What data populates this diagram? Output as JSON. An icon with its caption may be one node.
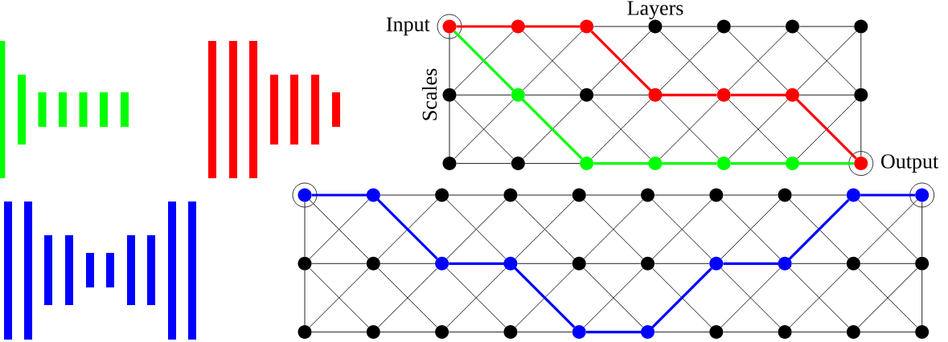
{
  "diagram": {
    "nodes": [
      {
        "text": [],
        "shape": "circle",
        "beside": [
          "Input"
        ]
      },
      {
        "text": [],
        "shape": "circle"
      },
      {
        "text": [],
        "shape": "circle"
      },
      {
        "text": [],
        "shape": "circle"
      },
      {
        "text": [],
        "shape": "circle"
      },
      {
        "text": [],
        "shape": "circle"
      },
      {
        "text": [],
        "shape": "circle"
      },
      {
        "text": [],
        "shape": "circle"
      },
      {
        "text": [],
        "shape": "circle"
      },
      {
        "text": [],
        "shape": "circle"
      },
      {
        "text": [],
        "shape": "circle"
      },
      {
        "text": [],
        "shape": "circle"
      },
      {
        "text": [],
        "shape": "circle"
      },
      {
        "text": [],
        "shape": "circle"
      },
      {
        "text": [],
        "shape": "circle"
      },
      {
        "text": [],
        "shape": "circle"
      },
      {
        "text": [],
        "shape": "circle"
      },
      {
        "text": [],
        "shape": "circle"
      },
      {
        "text": [],
        "shape": "circle"
      },
      {
        "text": [],
        "shape": "circle"
      },
      {
        "text": [],
        "shape": "circle",
        "beside": [
          "Output"
        ]
      },
      {
        "text": [],
        "shape": "circle"
      },
      {
        "text": [],
        "shape": "circle"
      },
      {
        "text": [],
        "shape": "circle"
      },
      {
        "text": [],
        "shape": "circle"
      },
      {
        "text": [],
        "shape": "circle"
      },
      {
        "text": [],
        "shape": "circle"
      },
      {
        "text": [],
        "shape": "circle"
      },
      {
        "text": [],
        "shape": "circle"
      },
      {
        "text": [],
        "shape": "circle"
      },
      {
        "text": [],
        "shape": "circle"
      },
      {
        "text": [],
        "shape": "circle"
      },
      {
        "text": [],
        "shape": "circle"
      },
      {
        "text": [],
        "shape": "circle"
      },
      {
        "text": [],
        "shape": "circle"
      },
      {
        "text": [],
        "shape": "circle"
      },
      {
        "text": [],
        "shape": "circle"
      },
      {
        "text": [],
        "shape": "circle"
      },
      {
        "text": [],
        "shape": "circle"
      },
      {
        "text": [],
        "shape": "circle"
      },
      {
        "text": [],
        "shape": "circle"
      },
      {
        "text": [],
        "shape": "circle"
      },
      {
        "text": [],
        "shape": "circle"
      },
      {
        "text": [],
        "shape": "circle"
      },
      {
        "text": [],
        "shape": "circle"
      },
      {
        "text": [],
        "shape": "circle"
      },
      {
        "text": [],
        "shape": "circle"
      },
      {
        "text": [],
        "shape": "circle"
      },
      {
        "text": [],
        "shape": "circle"
      },
      {
        "text": [],
        "shape": "circle"
      },
      {
        "text": [],
        "shape": "circle"
      }
    ],
    "edges": [
      {
        "from": 2,
        "to": 3,
        "arrow": "none"
      },
      {
        "from": 3,
        "to": 4,
        "arrow": "none"
      },
      {
        "from": 4,
        "to": 5,
        "arrow": "none"
      },
      {
        "from": 5,
        "to": 6,
        "arrow": "none"
      },
      {
        "from": 7,
        "to": 8,
        "arrow": "none"
      },
      {
        "from": 8,
        "to": 9,
        "arrow": "none"
      },
      {
        "from": 9,
        "to": 10,
        "arrow": "none"
      },
      {
        "from": 12,
        "to": 13,
        "arrow": "none"
      },
      {
        "from": 14,
        "to": 15,
        "arrow": "none"
      },
      {
        "from": 15,
        "to": 16,
        "arrow": "none"
      },
      {
        "from": 0,
        "to": 7,
        "arrow": "none"
      },
      {
        "from": 7,
        "to": 14,
        "arrow": "none"
      },
      {
        "from": 6,
        "to": 13,
        "arrow": "none"
      },
      {
        "from": 13,
        "to": 20,
        "arrow": "none"
      },
      {
        "from": 1,
        "to": 7,
        "arrow": "none"
      },
      {
        "from": 7,
        "to": 15,
        "arrow": "none"
      },
      {
        "from": 8,
        "to": 14,
        "arrow": "none"
      },
      {
        "from": 1,
        "to": 9,
        "arrow": "none"
      },
      {
        "from": 2,
        "to": 8,
        "arrow": "none"
      },
      {
        "from": 9,
        "to": 15,
        "arrow": "none"
      },
      {
        "from": 3,
        "to": 9,
        "arrow": "none"
      },
      {
        "from": 9,
        "to": 17,
        "arrow": "none"
      },
      {
        "from": 10,
        "to": 16,
        "arrow": "none"
      },
      {
        "from": 3,
        "to": 11,
        "arrow": "none"
      },
      {
        "from": 4,
        "to": 10,
        "arrow": "none"
      },
      {
        "from": 10,
        "to": 18,
        "arrow": "none"
      },
      {
        "from": 11,
        "to": 17,
        "arrow": "none"
      },
      {
        "from": 4,
        "to": 12,
        "arrow": "none"
      },
      {
        "from": 5,
        "to": 11,
        "arrow": "none"
      },
      {
        "from": 11,
        "to": 19,
        "arrow": "none"
      },
      {
        "from": 12,
        "to": 18,
        "arrow": "none"
      },
      {
        "from": 5,
        "to": 13,
        "arrow": "none"
      },
      {
        "from": 6,
        "to": 12,
        "arrow": "none"
      },
      {
        "from": 13,
        "to": 19,
        "arrow": "none"
      },
      {
        "from": 22,
        "to": 23,
        "arrow": "none"
      },
      {
        "from": 23,
        "to": 24,
        "arrow": "none"
      },
      {
        "from": 24,
        "to": 25,
        "arrow": "none"
      },
      {
        "from": 25,
        "to": 26,
        "arrow": "none"
      },
      {
        "from": 26,
        "to": 27,
        "arrow": "none"
      },
      {
        "from": 27,
        "to": 28,
        "arrow": "none"
      },
      {
        "from": 28,
        "to": 29,
        "arrow": "none"
      },
      {
        "from": 31,
        "to": 32,
        "arrow": "none"
      },
      {
        "from": 32,
        "to": 33,
        "arrow": "none"
      },
      {
        "from": 34,
        "to": 35,
        "arrow": "none"
      },
      {
        "from": 35,
        "to": 36,
        "arrow": "none"
      },
      {
        "from": 36,
        "to": 37,
        "arrow": "none"
      },
      {
        "from": 38,
        "to": 39,
        "arrow": "none"
      },
      {
        "from": 39,
        "to": 40,
        "arrow": "none"
      },
      {
        "from": 41,
        "to": 42,
        "arrow": "none"
      },
      {
        "from": 42,
        "to": 43,
        "arrow": "none"
      },
      {
        "from": 43,
        "to": 44,
        "arrow": "none"
      },
      {
        "from": 44,
        "to": 45,
        "arrow": "none"
      },
      {
        "from": 46,
        "to": 47,
        "arrow": "none"
      },
      {
        "from": 47,
        "to": 48,
        "arrow": "none"
      },
      {
        "from": 48,
        "to": 49,
        "arrow": "none"
      },
      {
        "from": 49,
        "to": 50,
        "arrow": "none"
      },
      {
        "from": 21,
        "to": 31,
        "arrow": "none"
      },
      {
        "from": 31,
        "to": 41,
        "arrow": "none"
      },
      {
        "from": 30,
        "to": 40,
        "arrow": "none"
      },
      {
        "from": 40,
        "to": 50,
        "arrow": "none"
      },
      {
        "from": 21,
        "to": 32,
        "arrow": "none"
      },
      {
        "from": 22,
        "to": 31,
        "arrow": "none"
      },
      {
        "from": 31,
        "to": 42,
        "arrow": "none"
      },
      {
        "from": 32,
        "to": 41,
        "arrow": "none"
      },
      {
        "from": 23,
        "to": 32,
        "arrow": "none"
      },
      {
        "from": 32,
        "to": 43,
        "arrow": "none"
      },
      {
        "from": 33,
        "to": 42,
        "arrow": "none"
      },
      {
        "from": 23,
        "to": 34,
        "arrow": "none"
      },
      {
        "from": 24,
        "to": 33,
        "arrow": "none"
      },
      {
        "from": 33,
        "to": 44,
        "arrow": "none"
      },
      {
        "from": 34,
        "to": 43,
        "arrow": "none"
      },
      {
        "from": 24,
        "to": 35,
        "arrow": "none"
      },
      {
        "from": 25,
        "to": 34,
        "arrow": "none"
      },
      {
        "from": 35,
        "to": 44,
        "arrow": "none"
      },
      {
        "from": 25,
        "to": 36,
        "arrow": "none"
      },
      {
        "from": 26,
        "to": 35,
        "arrow": "none"
      },
      {
        "from": 35,
        "to": 46,
        "arrow": "none"
      },
      {
        "from": 36,
        "to": 45,
        "arrow": "none"
      },
      {
        "from": 26,
        "to": 37,
        "arrow": "none"
      },
      {
        "from": 27,
        "to": 36,
        "arrow": "none"
      },
      {
        "from": 36,
        "to": 47,
        "arrow": "none"
      },
      {
        "from": 27,
        "to": 38,
        "arrow": "none"
      },
      {
        "from": 28,
        "to": 37,
        "arrow": "none"
      },
      {
        "from": 37,
        "to": 48,
        "arrow": "none"
      },
      {
        "from": 38,
        "to": 47,
        "arrow": "none"
      },
      {
        "from": 28,
        "to": 39,
        "arrow": "none"
      },
      {
        "from": 38,
        "to": 49,
        "arrow": "none"
      },
      {
        "from": 39,
        "to": 48,
        "arrow": "none"
      },
      {
        "from": 29,
        "to": 40,
        "arrow": "none"
      },
      {
        "from": 30,
        "to": 39,
        "arrow": "none"
      },
      {
        "from": 39,
        "to": 50,
        "arrow": "none"
      },
      {
        "from": 40,
        "to": 49,
        "arrow": "none"
      },
      {
        "from": 0,
        "to": 1,
        "arrow": "none",
        "style": "thick",
        "color": "#ff0000"
      },
      {
        "from": 1,
        "to": 2,
        "arrow": "none",
        "style": "thick",
        "color": "#ff0000"
      },
      {
        "from": 2,
        "to": 10,
        "arrow": "none",
        "style": "thick",
        "color": "#ff0000"
      },
      {
        "from": 10,
        "to": 11,
        "arrow": "none",
        "style": "thick",
        "color": "#ff0000"
      },
      {
        "from": 11,
        "to": 12,
        "arrow": "none",
        "style": "thick",
        "color": "#ff0000"
      },
      {
        "from": 12,
        "to": 20,
        "arrow": "none",
        "style": "thick",
        "color": "#ff0000"
      },
      {
        "from": 0,
        "to": 8,
        "arrow": "none",
        "style": "thick",
        "color": "#00ff00"
      },
      {
        "from": 8,
        "to": 16,
        "arrow": "none",
        "style": "thick",
        "color": "#00ff00"
      },
      {
        "from": 16,
        "to": 17,
        "arrow": "none",
        "style": "thick",
        "color": "#00ff00"
      },
      {
        "from": 17,
        "to": 18,
        "arrow": "none",
        "style": "thick",
        "color": "#00ff00"
      },
      {
        "from": 18,
        "to": 19,
        "arrow": "none",
        "style": "thick",
        "color": "#00ff00"
      },
      {
        "from": 19,
        "to": 20,
        "arrow": "none",
        "style": "thick",
        "color": "#00ff00"
      },
      {
        "from": 21,
        "to": 22,
        "arrow": "none",
        "style": "thick",
        "color": "#0000ff"
      },
      {
        "from": 22,
        "to": 33,
        "arrow": "none",
        "style": "thick",
        "color": "#0000ff"
      },
      {
        "from": 33,
        "to": 34,
        "arrow": "none",
        "style": "thick",
        "color": "#0000ff"
      },
      {
        "from": 34,
        "to": 45,
        "arrow": "none",
        "style": "thick",
        "color": "#0000ff"
      },
      {
        "from": 45,
        "to": 46,
        "arrow": "none",
        "style": "thick",
        "color": "#0000ff"
      },
      {
        "from": 46,
        "to": 37,
        "arrow": "none",
        "style": "thick",
        "color": "#0000ff"
      },
      {
        "from": 37,
        "to": 38,
        "arrow": "none",
        "style": "thick",
        "color": "#0000ff"
      },
      {
        "from": 38,
        "to": 29,
        "arrow": "none",
        "style": "thick",
        "color": "#0000ff"
      },
      {
        "from": 29,
        "to": 30,
        "arrow": "none",
        "style": "thick",
        "color": "#0000ff"
      }
    ],
    "labels": [
      "Layers",
      "Scales"
    ]
  }
}
